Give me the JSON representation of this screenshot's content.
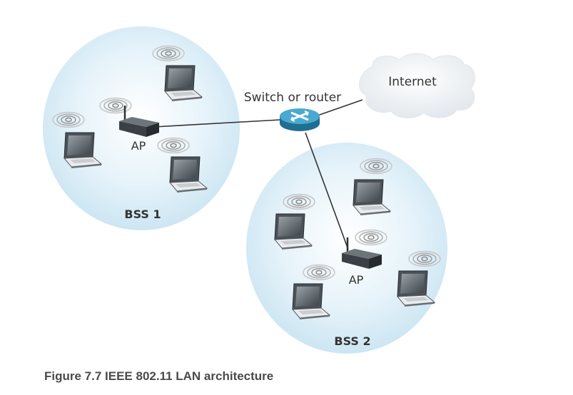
{
  "diagram": {
    "router_label": "Switch or router",
    "internet_label": "Internet",
    "bss1": {
      "ap_label": "AP",
      "name": "BSS 1"
    },
    "bss2": {
      "ap_label": "AP",
      "name": "BSS 2"
    }
  },
  "caption": "Figure 7.7 IEEE 802.11 LAN architecture",
  "colors": {
    "bss_fill": "#dff0f8",
    "cloud_fill": "#eef2f5",
    "router_fill": "#2e8fb8",
    "device_dark": "#3a4046",
    "wave": "#8a8a8a"
  }
}
